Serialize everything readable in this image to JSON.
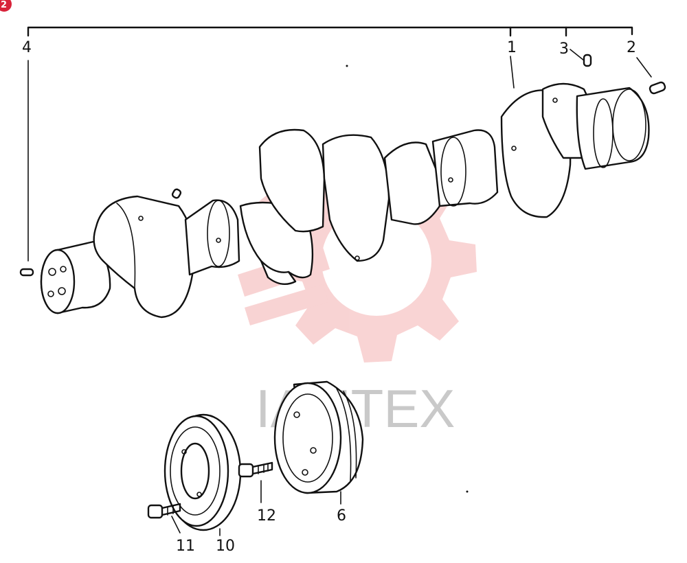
{
  "page_badge": "2",
  "watermark": {
    "text": "IAMTEX",
    "color": "#e23a3a"
  },
  "parts": {
    "p1": "1",
    "p2": "2",
    "p3": "3",
    "p4": "4",
    "p6": "6",
    "p10": "10",
    "p11": "11",
    "p12": "12"
  }
}
